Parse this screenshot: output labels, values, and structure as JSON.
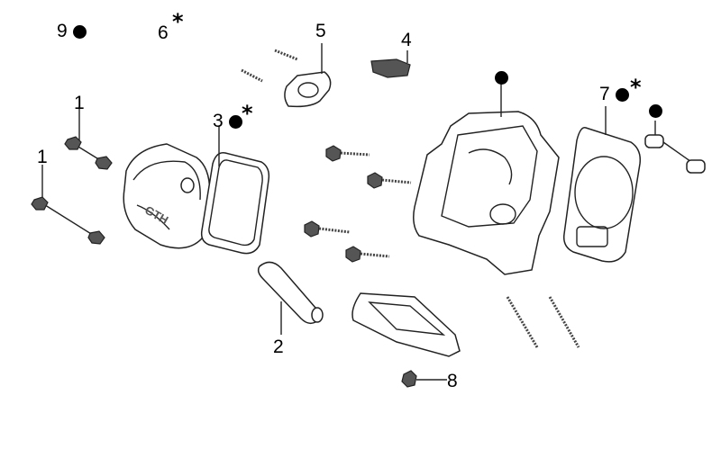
{
  "callouts": {
    "c9": "9",
    "c6": "6",
    "c5": "5",
    "c4": "4",
    "c1a": "1",
    "c1b": "1",
    "c3": "3",
    "c7": "7",
    "c2": "2",
    "c8": "8"
  },
  "symbols": {
    "asterisk": "*",
    "dot_color": "#000000"
  }
}
